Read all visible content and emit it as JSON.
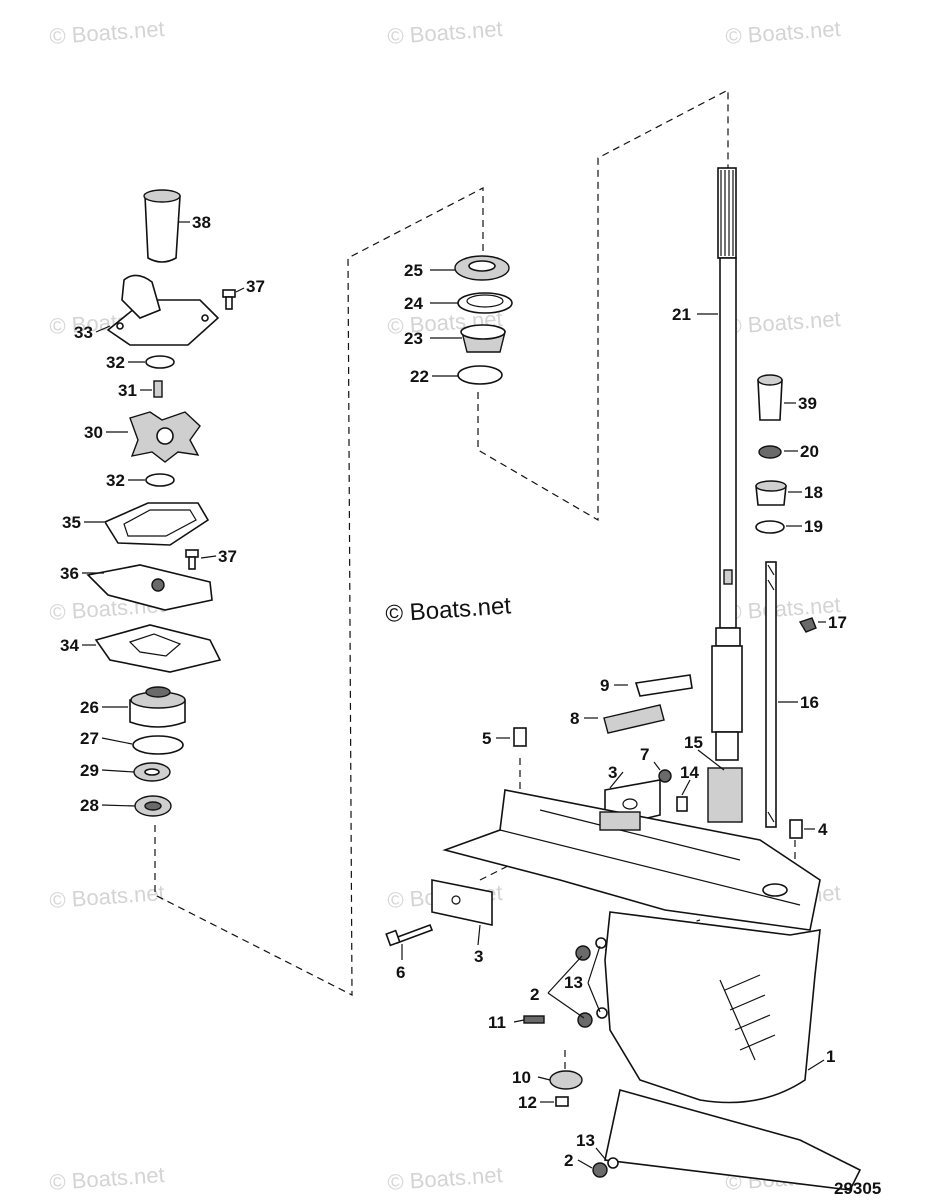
{
  "figure_number": "29305",
  "watermark": "© Boats.net",
  "watermark_center": "© Boats.net",
  "callouts": [
    {
      "id": "c38",
      "label": "38"
    },
    {
      "id": "c37a",
      "label": "37"
    },
    {
      "id": "c33",
      "label": "33"
    },
    {
      "id": "c32a",
      "label": "32"
    },
    {
      "id": "c31",
      "label": "31"
    },
    {
      "id": "c30",
      "label": "30"
    },
    {
      "id": "c32b",
      "label": "32"
    },
    {
      "id": "c35",
      "label": "35"
    },
    {
      "id": "c37b",
      "label": "37"
    },
    {
      "id": "c36",
      "label": "36"
    },
    {
      "id": "c34",
      "label": "34"
    },
    {
      "id": "c26",
      "label": "26"
    },
    {
      "id": "c27",
      "label": "27"
    },
    {
      "id": "c29",
      "label": "29"
    },
    {
      "id": "c28",
      "label": "28"
    },
    {
      "id": "c25",
      "label": "25"
    },
    {
      "id": "c24",
      "label": "24"
    },
    {
      "id": "c23",
      "label": "23"
    },
    {
      "id": "c22",
      "label": "22"
    },
    {
      "id": "c21",
      "label": "21"
    },
    {
      "id": "c39",
      "label": "39"
    },
    {
      "id": "c20",
      "label": "20"
    },
    {
      "id": "c18",
      "label": "18"
    },
    {
      "id": "c19",
      "label": "19"
    },
    {
      "id": "c17",
      "label": "17"
    },
    {
      "id": "c16",
      "label": "16"
    },
    {
      "id": "c9",
      "label": "9"
    },
    {
      "id": "c8",
      "label": "8"
    },
    {
      "id": "c5",
      "label": "5"
    },
    {
      "id": "c7",
      "label": "7"
    },
    {
      "id": "c15",
      "label": "15"
    },
    {
      "id": "c3a",
      "label": "3"
    },
    {
      "id": "c14",
      "label": "14"
    },
    {
      "id": "c4",
      "label": "4"
    },
    {
      "id": "c3b",
      "label": "3"
    },
    {
      "id": "c6",
      "label": "6"
    },
    {
      "id": "c2a",
      "label": "2"
    },
    {
      "id": "c13a",
      "label": "13"
    },
    {
      "id": "c11",
      "label": "11"
    },
    {
      "id": "c10",
      "label": "10"
    },
    {
      "id": "c12",
      "label": "12"
    },
    {
      "id": "c1",
      "label": "1"
    },
    {
      "id": "c13b",
      "label": "13"
    },
    {
      "id": "c2b",
      "label": "2"
    }
  ]
}
